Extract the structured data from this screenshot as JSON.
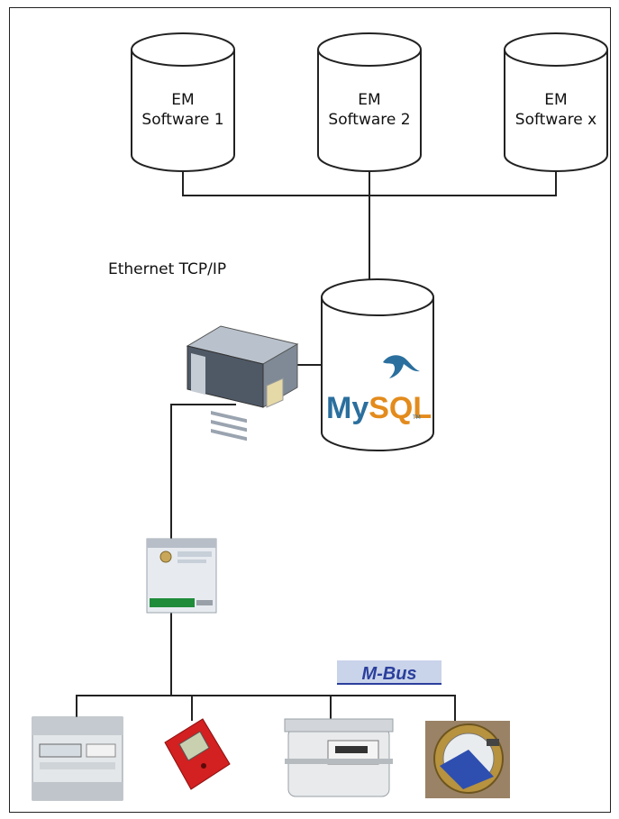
{
  "databases": [
    {
      "line1": "EM",
      "line2": "Software 1"
    },
    {
      "line1": "EM",
      "line2": "Software 2"
    },
    {
      "line1": "EM",
      "line2": "Software x"
    }
  ],
  "mysql": {
    "prefix": "My",
    "suffix": "SQL",
    "tm": "TM"
  },
  "network_label": "Ethernet TCP/IP",
  "mbus_label": "M-Bus",
  "colors": {
    "mysql_blue": "#2a6f9e",
    "mysql_orange": "#e38b1c",
    "mbus_blue": "#2b3f9c",
    "mbus_bg": "#c9d3ea"
  }
}
